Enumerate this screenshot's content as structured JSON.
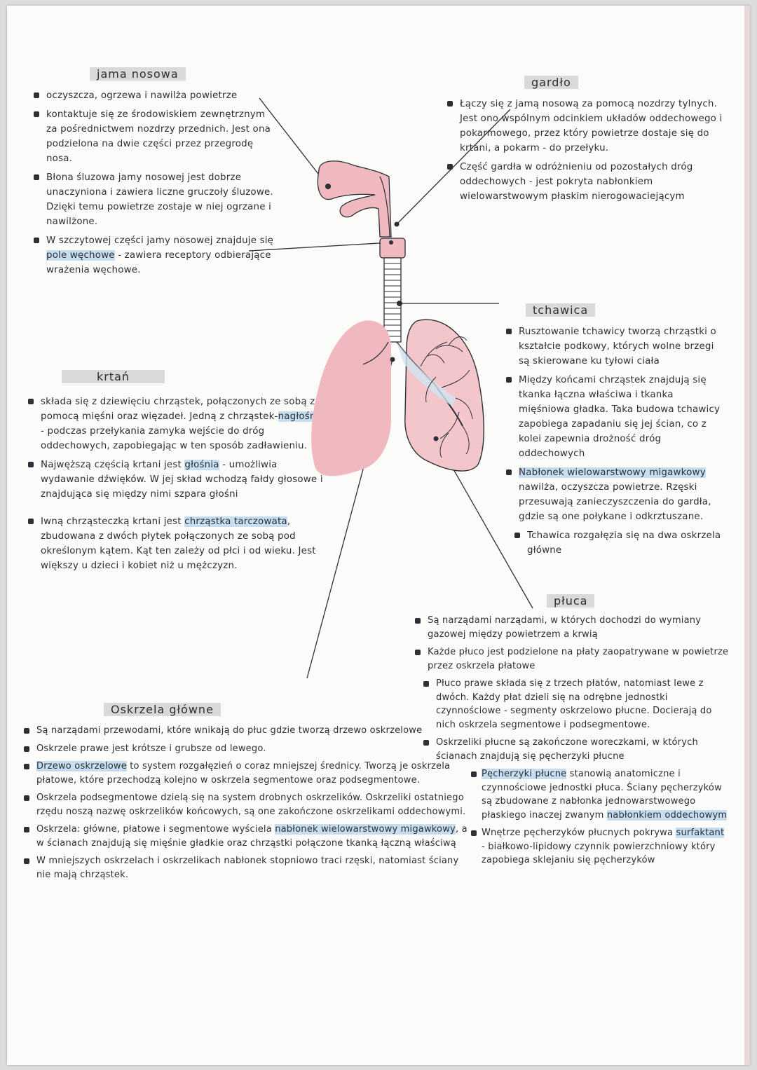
{
  "headings": {
    "jama": "jama nosowa",
    "gardlo": "gardło",
    "tchawica": "tchawica",
    "krtan": "krtań",
    "pluca": "płuca",
    "oskrzela": "Oskrzela główne"
  },
  "jama": {
    "p1": "oczyszcza, ogrzewa i nawilża powietrze",
    "p2": "kontaktuje się ze środowiskiem zewnętrznym za pośrednictwem nozdrzy przednich. Jest ona podzielona na dwie części przez przegrodę nosa.",
    "p3": "Błona śluzowa jamy nosowej jest dobrze unaczyniona i zawiera liczne gruczoły śluzowe. Dzięki temu powietrze zostaje w niej ogrzane i nawilżone.",
    "p4a": "W szczytowej części jamy nosowej znajduje się ",
    "p4hl": "pole węchowe",
    "p4b": " - zawiera receptory odbierające wrażenia węchowe."
  },
  "gardlo": {
    "p1": "Łączy się z jamą nosową za pomocą nozdrzy tylnych. Jest ono wspólnym odcinkiem układów oddechowego i pokarmowego, przez który powietrze dostaje się do krtani, a pokarm - do przełyku.",
    "p2": "Część gardła w odróżnieniu od pozostałych dróg oddechowych - jest pokryta nabłonkiem wielowarstwowym płaskim nierogowaciejącym"
  },
  "tchawica": {
    "p1": "Rusztowanie tchawicy tworzą chrząstki o kształcie podkowy, których wolne brzegi są skierowane ku tyłowi ciała",
    "p2": "Między końcami chrząstek znajdują się tkanka łączna właściwa i tkanka mięśniowa gładka. Taka budowa tchawicy zapobiega zapadaniu się jej ścian, co z kolei zapewnia drożność dróg oddechowych",
    "p3hl": "Nabłonek wielowarstwowy migawkowy",
    "p3b": " nawilża, oczyszcza powietrze. Rzęski przesuwają zanieczyszczenia do gardła, gdzie są one połykane i odkrztuszane.",
    "p4": "Tchawica rozgałęzia się na dwa oskrzela główne"
  },
  "krtan": {
    "p1a": "składa się z dziewięciu chrząstek, połączonych ze sobą za pomocą mięśni oraz więzadeł. Jedną z chrząstek-",
    "p1hl": "nagłośnia",
    "p1b": " - podczas przełykania zamyka wejście do dróg oddechowych, zapobiegając w ten sposób zadławieniu.",
    "p2a": "Najwęższą częścią krtani jest ",
    "p2hl": "głośnia",
    "p2b": " - umożliwia wydawanie dźwięków. W jej skład wchodzą fałdy głosowe i znajdująca się między nimi szpara głośni",
    "p3a": "Iwną chrząsteczką krtani jest ",
    "p3hl": "chrząstka tarczowata",
    "p3b": ", zbudowana z dwóch płytek połączonych ze sobą pod określonym kątem. Kąt ten zależy od płci i od wieku. Jest większy u dzieci i kobiet niż u mężczyzn."
  },
  "pluca": {
    "p1": "Są narządami narządami, w których dochodzi do wymiany gazowej między powietrzem a krwią",
    "p2": "Każde płuco jest podzielone na płaty zaopatrywane w powietrze przez oskrzela płatowe",
    "p3": "Płuco prawe składa się z trzech płatów, natomiast lewe z dwóch. Każdy płat dzieli się na odrębne jednostki czynnościowe - segmenty oskrzelowo płucne. Docierają do nich oskrzela segmentowe i podsegmentowe.",
    "p4": "Oskrzeliki płucne są zakończone woreczkami, w których ścianach znajdują się pęcherzyki płucne",
    "p5hl": "Pęcherzyki płucne",
    "p5b": " stanowią anatomiczne i czynnościowe jednostki płuca. Ściany pęcherzyków są zbudowane z nabłonka jednowarstwowego płaskiego inaczej zwanym ",
    "p5hl2": "nabłonkiem oddechowym",
    "p6a": "Wnętrze pęcherzyków płucnych pokrywa ",
    "p6hl": "surfaktant",
    "p6b": " - białkowo-lipidowy czynnik powierzchniowy który zapobiega sklejaniu się pęcherzyków"
  },
  "oskrzela": {
    "p1": "Są narządami przewodami, które wnikają do płuc gdzie tworzą drzewo oskrzelowe",
    "p2": "Oskrzele prawe jest krótsze i grubsze od lewego.",
    "p3hl": "Drzewo oskrzelowe",
    "p3b": " to system rozgałęzień o coraz mniejszej średnicy. Tworzą je oskrzela płatowe, które przechodzą kolejno w oskrzela segmentowe oraz podsegmentowe.",
    "p4": "Oskrzela podsegmentowe dzielą się na system drobnych oskrzelików. Oskrzeliki ostatniego rzędu noszą nazwę oskrzelików końcowych, są one zakończone oskrzelikami oddechowymi.",
    "p5a": "Oskrzela: główne, płatowe i segmentowe wyściela ",
    "p5hl": "nabłonek wielowarstwowy migawkowy",
    "p5b": ", a w ścianach znajdują się mięśnie gładkie oraz chrząstki połączone tkanką łączną właściwą",
    "p6": "W mniejszych oskrzelach i oskrzelikach nabłonek stopniowo traci rzęski, natomiast ściany nie mają chrząstek."
  },
  "colors": {
    "ink": "#2b2f36",
    "lung_pink": "#f0b9c0",
    "highlight_blue": "#c7def0",
    "highlight_pink": "#f1c4cb"
  }
}
